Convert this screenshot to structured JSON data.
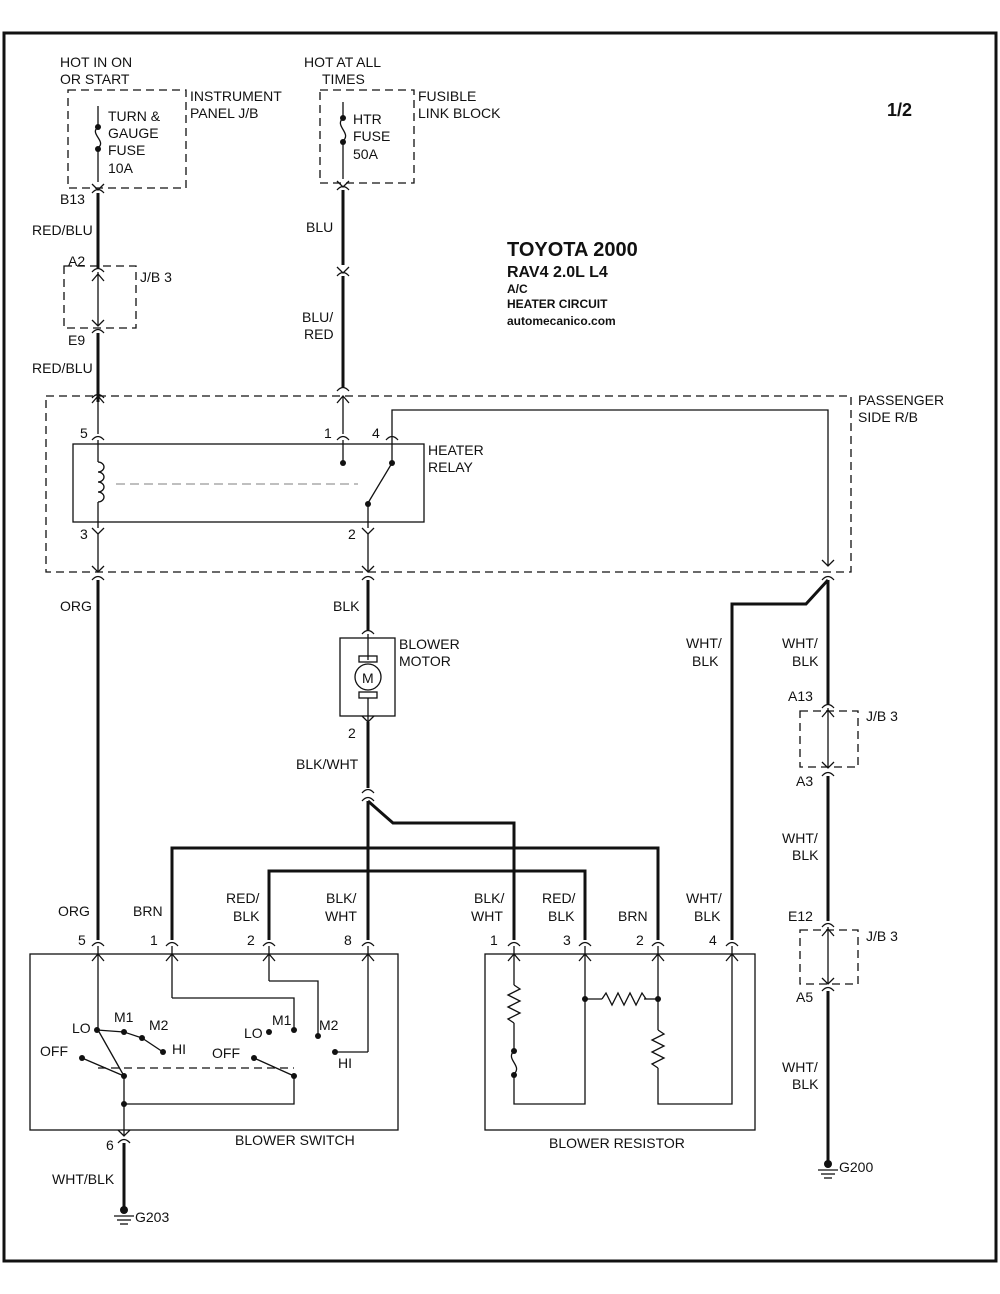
{
  "page_number": "1/2",
  "header": {
    "make_year": "TOYOTA 2000",
    "model": "RAV4   2.0L  L4",
    "system": "A/C",
    "circuit": "HEATER CIRCUIT",
    "source": "automecanico.com"
  },
  "power": {
    "hot_on_start_1": "HOT IN ON",
    "hot_on_start_2": "OR START",
    "hot_always_1": "HOT AT ALL",
    "hot_always_2": "TIMES"
  },
  "components": {
    "instrument_panel_jb_1": "INSTRUMENT",
    "instrument_panel_jb_2": "PANEL J/B",
    "turn_gauge_fuse": [
      "TURN &",
      "GAUGE",
      "FUSE",
      "10A"
    ],
    "fusible_link_block_1": "FUSIBLE",
    "fusible_link_block_2": "LINK BLOCK",
    "htr_fuse": [
      "HTR",
      "FUSE",
      "50A"
    ],
    "jb3": "J/B 3",
    "passenger_rb_1": "PASSENGER",
    "passenger_rb_2": "SIDE R/B",
    "heater_relay_1": "HEATER",
    "heater_relay_2": "RELAY",
    "blower_motor_1": "BLOWER",
    "blower_motor_2": "MOTOR",
    "motor_symbol": "M",
    "blower_switch": "BLOWER SWITCH",
    "blower_resistor": "BLOWER RESISTOR"
  },
  "switch_positions": {
    "off": "OFF",
    "lo": "LO",
    "m1": "M1",
    "m2": "M2",
    "hi": "HI"
  },
  "connectors": {
    "b13": "B13",
    "a2": "A2",
    "e9": "E9",
    "a13": "A13",
    "a3": "A3",
    "e12": "E12",
    "a5": "A5",
    "p1": "1",
    "p2": "2",
    "p3": "3",
    "p4": "4",
    "p5": "5",
    "p6": "6",
    "p8": "8"
  },
  "wires": {
    "red_blu": "RED/BLU",
    "blu": "BLU",
    "blu_red_1": "BLU/",
    "blu_red_2": "RED",
    "org": "ORG",
    "blk": "BLK",
    "blk_wht": "BLK/WHT",
    "blk_wht_1": "BLK/",
    "blk_wht_2": "WHT",
    "red_blk_1": "RED/",
    "red_blk_2": "BLK",
    "brn": "BRN",
    "wht_blk": "WHT/BLK",
    "wht_blk_1": "WHT/",
    "wht_blk_2": "BLK"
  },
  "grounds": {
    "g203": "G203",
    "g200": "G200"
  }
}
